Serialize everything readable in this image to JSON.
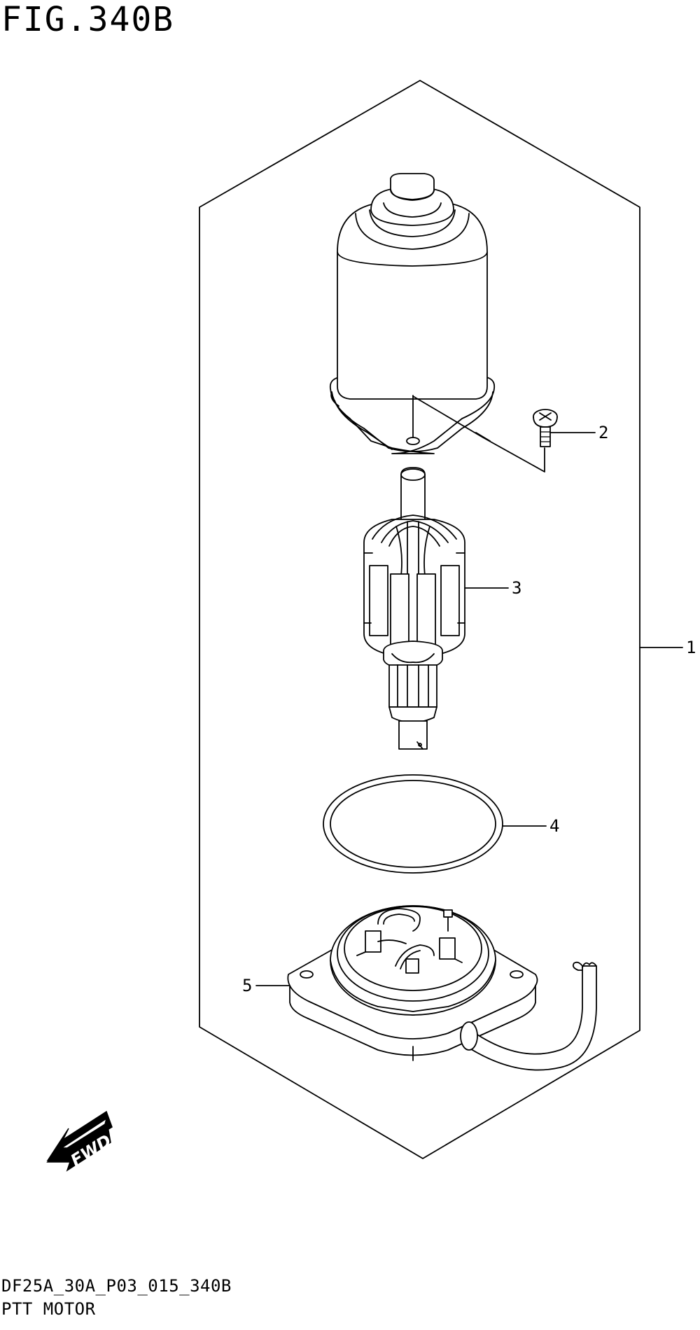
{
  "figure": {
    "title": "FIG.340B",
    "code": "DF25A_30A_P03_015_340B",
    "name": "PTT MOTOR"
  },
  "callouts": [
    {
      "id": "1",
      "label": "1"
    },
    {
      "id": "2",
      "label": "2"
    },
    {
      "id": "3",
      "label": "3"
    },
    {
      "id": "4",
      "label": "4"
    },
    {
      "id": "5",
      "label": "5"
    }
  ],
  "direction_marker": {
    "label": "FWD"
  }
}
